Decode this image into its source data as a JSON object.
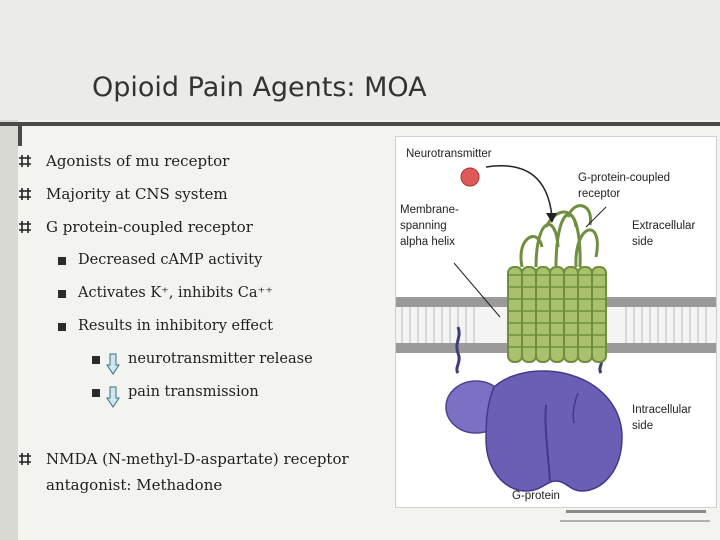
{
  "slide": {
    "title": "Opioid Pain Agents: MOA",
    "bullets": [
      "Agonists of mu receptor",
      "Majority at CNS system",
      "G protein-coupled receptor"
    ],
    "sub_bullets": [
      "Decreased cAMP activity",
      "Activates K⁺, inhibits Ca⁺⁺",
      "Results in inhibitory effect"
    ],
    "sub_sub_bullets": [
      "neurotransmitter release",
      "pain transmission"
    ],
    "last_bullet_line1": "NMDA (N-methyl-D-aspartate) receptor",
    "last_bullet_line2": "antagonist: Methadone"
  },
  "figure": {
    "labels": {
      "neurotransmitter": "Neurotransmitter",
      "gpcr_line1": "G-protein-coupled",
      "gpcr_line2": "receptor",
      "membrane_line1": "Membrane-",
      "membrane_line2": "spanning",
      "membrane_line3": "alpha helix",
      "extra_line1": "Extracellular",
      "extra_line2": "side",
      "intra_line1": "Intracellular",
      "intra_line2": "side",
      "gprotein": "G-protein"
    },
    "colors": {
      "receptor": "#8ca65a",
      "gprotein": "#6a5fb5",
      "membrane_head": "#9a9a9a",
      "neurotransmitter": "#e05a5a",
      "arrow_fill": "#cfe6ee"
    }
  }
}
